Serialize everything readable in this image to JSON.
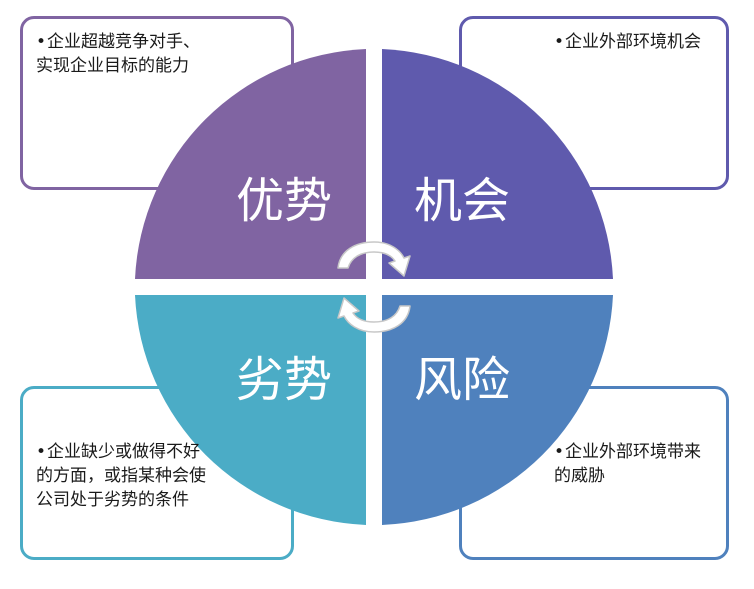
{
  "colors": {
    "strengths": "#8064a2",
    "opportunities": "#5f5aad",
    "weaknesses": "#4bacc6",
    "threats": "#4f81bd"
  },
  "quadrants": {
    "strengths": {
      "label": "优势",
      "description": "企业超越竞争对手、实现企业目标的能力"
    },
    "opportunities": {
      "label": "机会",
      "description": "企业外部环境机会"
    },
    "weaknesses": {
      "label": "劣势",
      "description": "企业缺少或做得不好的方面，或指某种会使公司处于劣势的条件"
    },
    "threats": {
      "label": "风险",
      "description": "企业外部环境带来的威胁"
    }
  },
  "bullet": "•",
  "center_icon": "cycle-arrows-icon"
}
